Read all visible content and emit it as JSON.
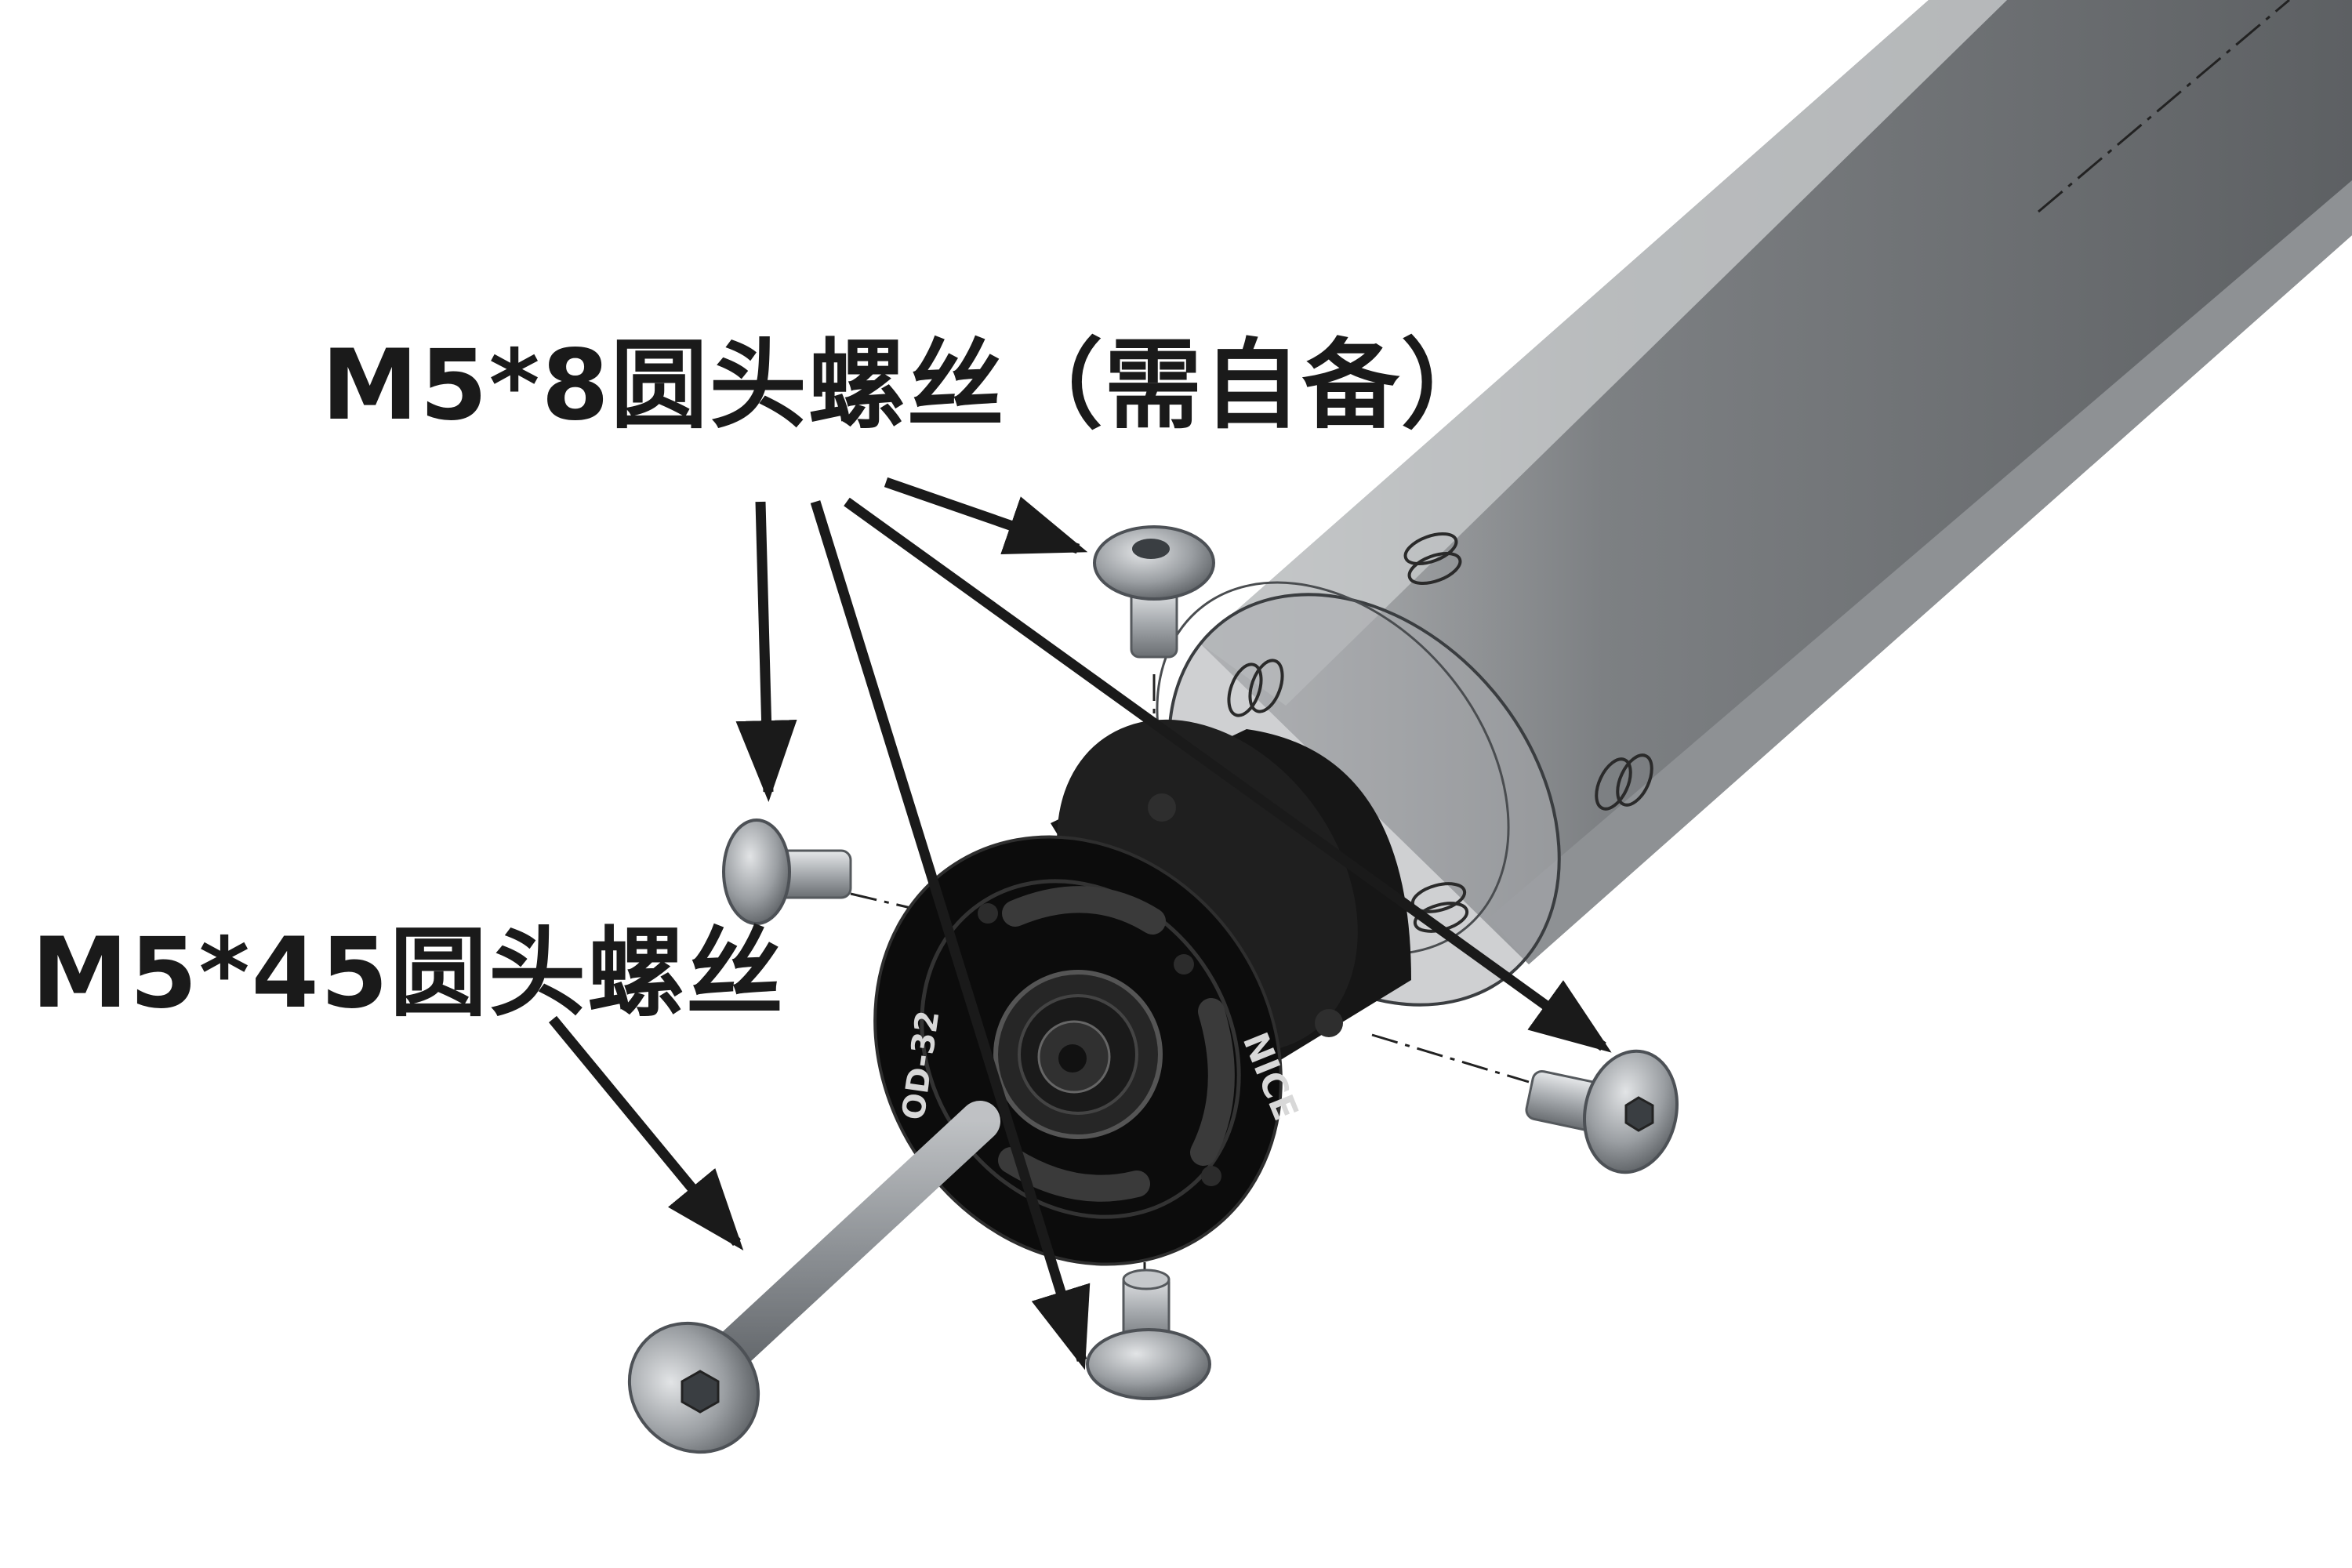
{
  "callouts": {
    "short_screws": "M5*8圆头螺丝（需自备）",
    "long_screw": "M5*45圆头螺丝"
  },
  "plug": {
    "brand": "NICE",
    "size": "OD-32"
  },
  "colors": {
    "tube": "#777a7d",
    "plug": "#111111",
    "screw": "#9a9ea2",
    "arrow": "#1a1a1a"
  }
}
